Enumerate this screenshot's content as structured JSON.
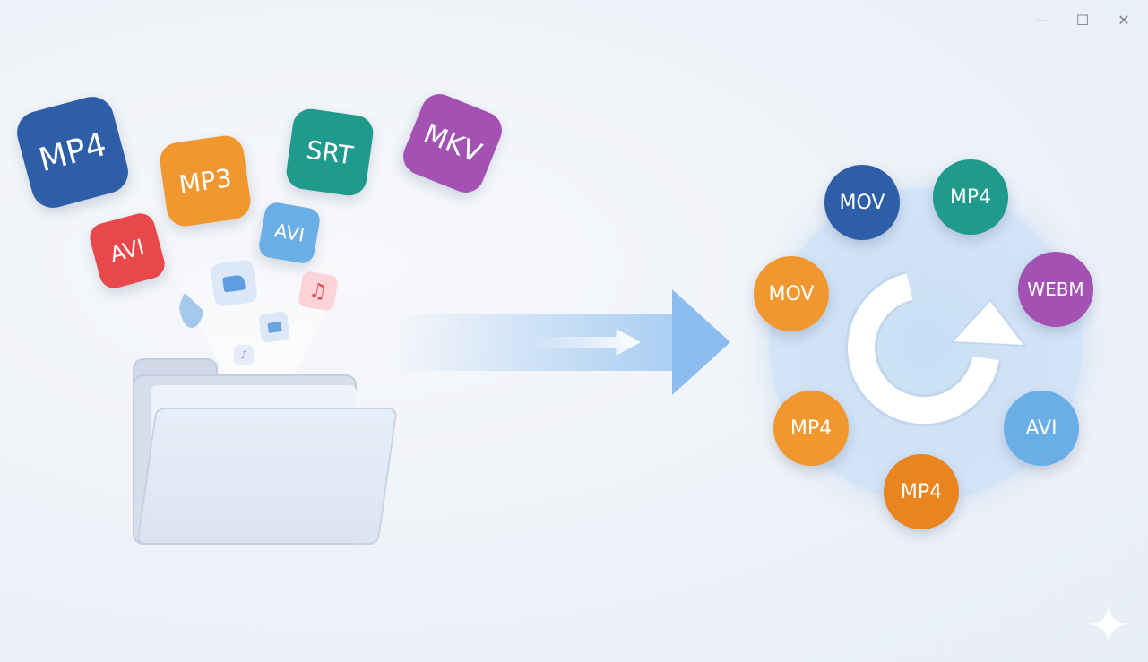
{
  "window_controls": {
    "minimize": "—",
    "maximize": "☐",
    "close": "✕"
  },
  "source_files": [
    {
      "label": "MP4",
      "color": "#2f5ea8"
    },
    {
      "label": "MP3",
      "color": "#f0982f"
    },
    {
      "label": "SRT",
      "color": "#1f9a8c"
    },
    {
      "label": "MKV",
      "color": "#a352b3"
    },
    {
      "label": "AVI",
      "color": "#e8474c"
    },
    {
      "label": "AVI",
      "color": "#6aaee6"
    }
  ],
  "output_formats": [
    {
      "label": "MOV",
      "color": "#2f5ea8"
    },
    {
      "label": "MP4",
      "color": "#1f9a8c"
    },
    {
      "label": "WEBM",
      "color": "#a352b3"
    },
    {
      "label": "AVI",
      "color": "#6aaee6"
    },
    {
      "label": "MP4",
      "color": "#e9841f"
    },
    {
      "label": "MP4",
      "color": "#f0982f"
    },
    {
      "label": "MOV",
      "color": "#f0982f"
    }
  ]
}
